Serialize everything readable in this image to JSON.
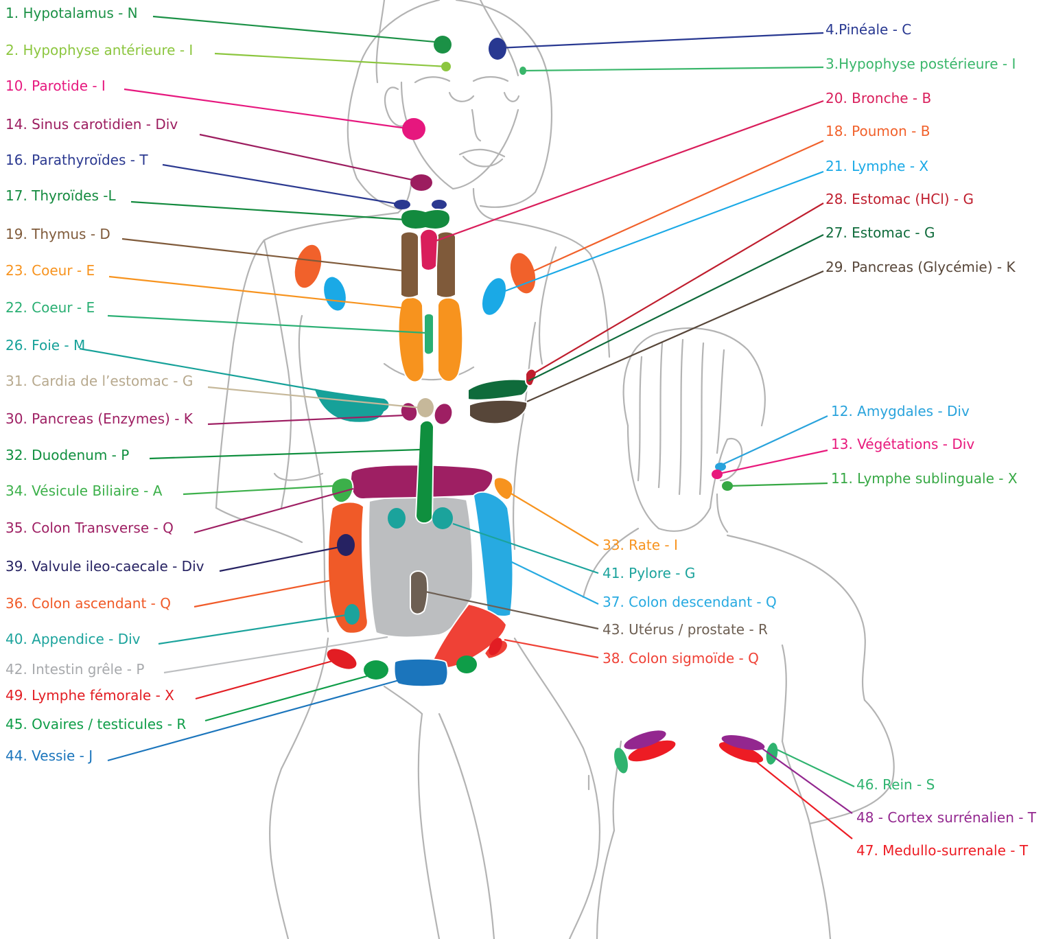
{
  "points": [
    {
      "id": "p1",
      "label": "1. Hypotalamus - N",
      "color": "#1b9146",
      "organ": "hypothalamus"
    },
    {
      "id": "p2",
      "label": "2. Hypophyse antérieure - I",
      "color": "#8cc63f",
      "organ": "anterior-pituitary"
    },
    {
      "id": "p3",
      "label": "3.Hypophyse postérieure - I",
      "color": "#39b66a",
      "organ": "posterior-pituitary"
    },
    {
      "id": "p4",
      "label": "4.Pinéale - C",
      "color": "#283891",
      "organ": "pineal"
    },
    {
      "id": "p10",
      "label": "10. Parotide - I",
      "color": "#e6177e",
      "organ": "parotid"
    },
    {
      "id": "p11",
      "label": "11. Lymphe sublinguale - X",
      "color": "#36a844",
      "organ": "sublingual-lymph"
    },
    {
      "id": "p12",
      "label": "12. Amygdales - Div",
      "color": "#29a3dc",
      "organ": "tonsils"
    },
    {
      "id": "p13",
      "label": "13. Végétations - Div",
      "color": "#e8197c",
      "organ": "adenoids"
    },
    {
      "id": "p14",
      "label": "14. Sinus carotidien - Div",
      "color": "#9c1d5f",
      "organ": "carotid-sinus"
    },
    {
      "id": "p16",
      "label": "16. Parathyroïdes - T",
      "color": "#2b3990",
      "organ": "parathyroid"
    },
    {
      "id": "p17",
      "label": "17. Thyroïdes -L",
      "color": "#138a3e",
      "organ": "thyroid"
    },
    {
      "id": "p18",
      "label": "18. Poumon - B",
      "color": "#f1612b",
      "organ": "lung"
    },
    {
      "id": "p19",
      "label": "19. Thymus - D",
      "color": "#7f5a3a",
      "organ": "thymus"
    },
    {
      "id": "p20",
      "label": "20. Bronche - B",
      "color": "#d91e5b",
      "organ": "bronchus"
    },
    {
      "id": "p21",
      "label": "21. Lymphe - X",
      "color": "#1aa9e6",
      "organ": "lymph"
    },
    {
      "id": "p22",
      "label": "22. Coeur - E",
      "color": "#2aaf73",
      "organ": "heart-22"
    },
    {
      "id": "p23",
      "label": "23. Coeur - E",
      "color": "#f7931e",
      "organ": "heart-23"
    },
    {
      "id": "p26",
      "label": "26. Foie - M",
      "color": "#16a199",
      "organ": "liver"
    },
    {
      "id": "p27",
      "label": "27. Estomac - G",
      "color": "#0f6b3b",
      "organ": "stomach"
    },
    {
      "id": "p28",
      "label": "28. Estomac (HCl) - G",
      "color": "#bf1e2e",
      "organ": "stomach-hcl"
    },
    {
      "id": "p29",
      "label": "29. Pancreas (Glycémie) - K",
      "color": "#574639",
      "organ": "pancreas-glycemia"
    },
    {
      "id": "p30",
      "label": "30. Pancreas (Enzymes) - K",
      "color": "#9e1f63",
      "organ": "pancreas-enzymes"
    },
    {
      "id": "p31",
      "label": "31. Cardia de l’estomac - G",
      "color": "#c6b89a",
      "organ": "cardia"
    },
    {
      "id": "p32",
      "label": "32. Duodenum - P",
      "color": "#0f8f3e",
      "organ": "duodenum"
    },
    {
      "id": "p33",
      "label": "33. Rate - I",
      "color": "#f7931e",
      "organ": "spleen"
    },
    {
      "id": "p34",
      "label": "34. Vésicule Biliaire - A",
      "color": "#3cb04a",
      "organ": "gallbladder"
    },
    {
      "id": "p35",
      "label": "35. Colon Transverse - Q",
      "color": "#9e1f63",
      "organ": "transverse-colon"
    },
    {
      "id": "p36",
      "label": "36. Colon ascendant - Q",
      "color": "#f05a28",
      "organ": "ascending-colon"
    },
    {
      "id": "p37",
      "label": "37. Colon descendant - Q",
      "color": "#27aae1",
      "organ": "descending-colon"
    },
    {
      "id": "p38",
      "label": "38. Colon sigmoïde - Q",
      "color": "#ef4136",
      "organ": "sigmoid-colon"
    },
    {
      "id": "p39",
      "label": "39. Valvule ileo-caecale - Div",
      "color": "#262262",
      "organ": "ileocecal-valve"
    },
    {
      "id": "p40",
      "label": "40. Appendice - Div",
      "color": "#1ba39c",
      "organ": "appendix"
    },
    {
      "id": "p41",
      "label": "41. Pylore - G",
      "color": "#1ba39c",
      "organ": "pylorus"
    },
    {
      "id": "p42",
      "label": "42. Intestin grêle - P",
      "color": "#bcbec0",
      "organ": "small-intestine"
    },
    {
      "id": "p43",
      "label": "43. Utérus / prostate - R",
      "color": "#6d5f53",
      "organ": "uterus-prostate"
    },
    {
      "id": "p44",
      "label": "44. Vessie - J",
      "color": "#1b75bc",
      "organ": "bladder"
    },
    {
      "id": "p45",
      "label": "45. Ovaires / testicules - R",
      "color": "#0f9d48",
      "organ": "ovaries-testicles"
    },
    {
      "id": "p46",
      "label": "46. Rein - S",
      "color": "#2fb36f",
      "organ": "kidney"
    },
    {
      "id": "p47",
      "label": "47. Medullo-surrenale - T",
      "color": "#ed1c24",
      "organ": "adrenal-medulla"
    },
    {
      "id": "p48",
      "label": "48 - Cortex surrénalien - T",
      "color": "#93278f",
      "organ": "adrenal-cortex"
    },
    {
      "id": "p49",
      "label": "49. Lymphe fémorale - X",
      "color": "#e21d23",
      "organ": "femoral-lymph"
    }
  ],
  "colors": {
    "outline": "#b3b3b3",
    "label_31": "#b7a98e",
    "label_42": "#a7a9ac"
  }
}
